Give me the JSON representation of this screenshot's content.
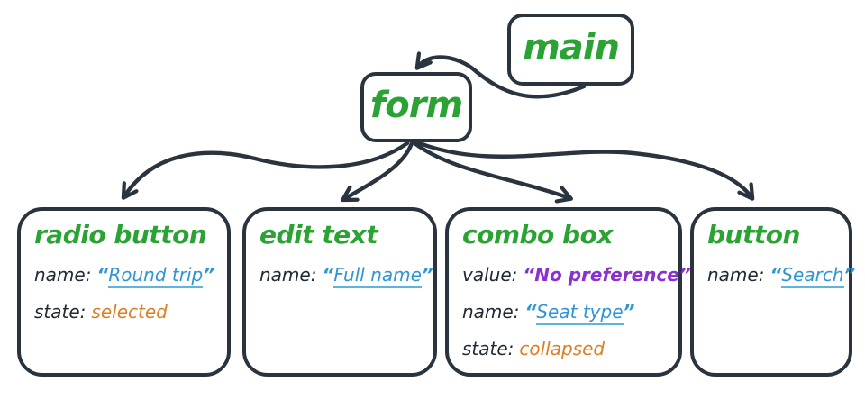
{
  "tree": {
    "main": {
      "label": "main"
    },
    "form": {
      "label": "form"
    },
    "children": [
      {
        "id": "radio-button",
        "title": "radio button",
        "properties": [
          {
            "key": "name:",
            "value": "Round trip",
            "type": "name"
          },
          {
            "key": "state:",
            "value": "selected",
            "type": "state"
          }
        ]
      },
      {
        "id": "edit-text",
        "title": "edit text",
        "properties": [
          {
            "key": "name:",
            "value": "Full name",
            "type": "name"
          }
        ]
      },
      {
        "id": "combo-box",
        "title": "combo box",
        "properties": [
          {
            "key": "value:",
            "value": "No preference",
            "type": "value"
          },
          {
            "key": "name:",
            "value": "Seat type",
            "type": "name"
          },
          {
            "key": "state:",
            "value": "collapsed",
            "type": "state"
          }
        ]
      },
      {
        "id": "button",
        "title": "button",
        "properties": [
          {
            "key": "name:",
            "value": "Search",
            "type": "name"
          }
        ]
      }
    ]
  },
  "punctuation": {
    "open_quote": "“",
    "close_quote": "”"
  },
  "colors": {
    "role_green": "#2ba334",
    "name_blue": "#2f95d4",
    "state_orange": "#dd7e22",
    "value_purple": "#8c2fd0",
    "ink_dark": "#29343f",
    "label_dark": "#1e2b36",
    "background": "#ffffff"
  }
}
